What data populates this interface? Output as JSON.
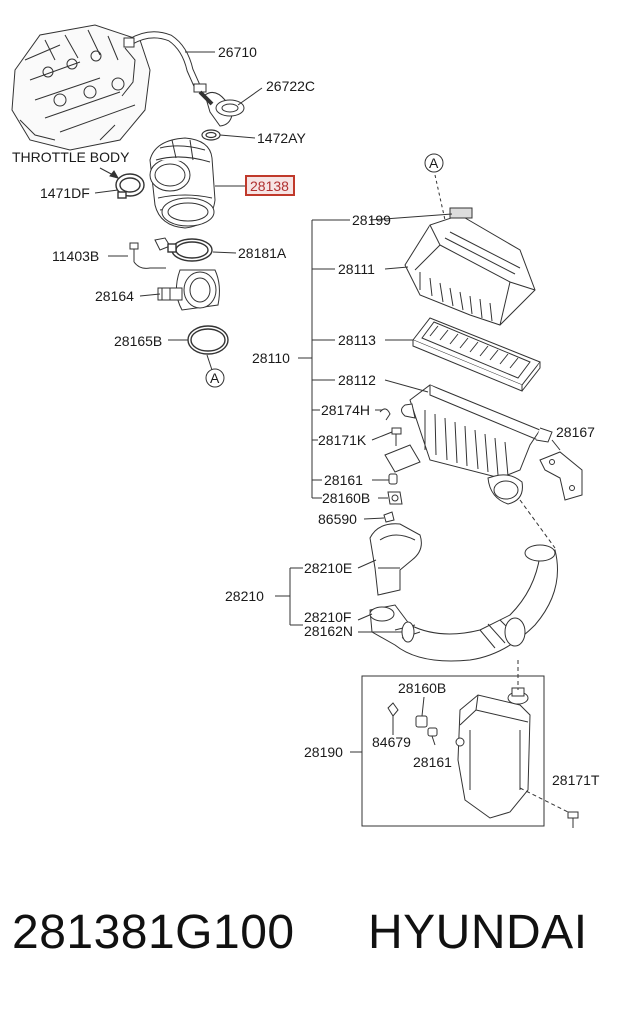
{
  "labels": {
    "l26710": "26710",
    "l26722c": "26722C",
    "l1472ay": "1472AY",
    "throttle_body": "THROTTLE BODY",
    "l1471df": "1471DF",
    "l28138": "28138",
    "l11403b": "11403B",
    "l28181a": "28181A",
    "l28164": "28164",
    "l28165b": "28165B",
    "ref_a_left": "A",
    "ref_a_right": "A",
    "l28199": "28199",
    "l28111": "28111",
    "l28113": "28113",
    "l28110": "28110",
    "l28112": "28112",
    "l28174h": "28174H",
    "l28171k": "28171K",
    "l28167": "28167",
    "l28161_top": "28161",
    "l28160b_top": "28160B",
    "l86590": "86590",
    "l28210e": "28210E",
    "l28210": "28210",
    "l28210f": "28210F",
    "l28162n": "28162N",
    "l28160b_box": "28160B",
    "l84679": "84679",
    "l28190": "28190",
    "l28161_box": "28161",
    "l28171t": "28171T"
  },
  "highlight_color": "#c0392b",
  "footer": {
    "part_number": "281381G100",
    "brand": "HYUNDAI"
  }
}
